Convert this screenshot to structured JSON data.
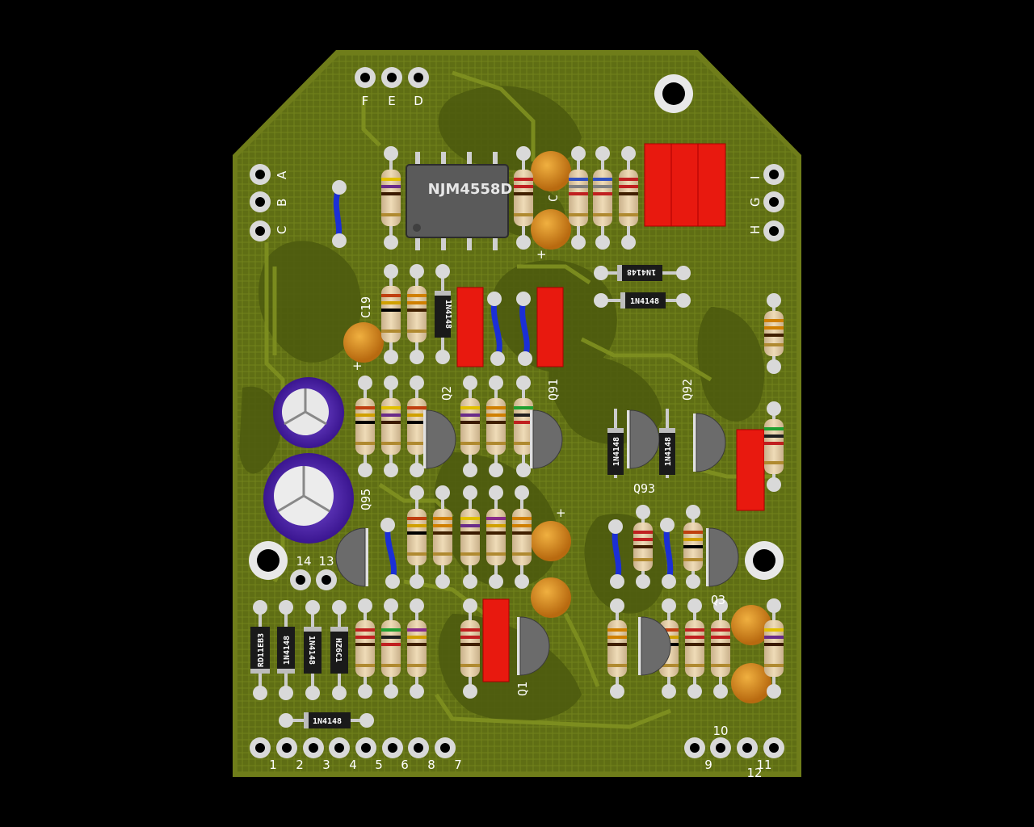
{
  "board": {
    "ic_label": "NJM4558D",
    "colors": {
      "background": "#000000",
      "board": "#5b6a12",
      "board_edge": "#6f7d1a",
      "copper_fill": "#4f5d10",
      "resistor_body": "#e2cda6",
      "film_cap": "#e8190f",
      "ceramic_cap": "#d98a1c",
      "jumper": "#1b2fd6",
      "transistor": "#6b6b6b",
      "electrolytic": "#5a2fb0",
      "pad": "#d9d9d9",
      "ic_body": "#555555"
    }
  },
  "connectors": {
    "top": [
      "F",
      "E",
      "D"
    ],
    "left": [
      "A",
      "B",
      "C"
    ],
    "right": [
      "I",
      "G",
      "H"
    ],
    "bottom_left": [
      "1",
      "2",
      "3",
      "4",
      "5",
      "6",
      "8",
      "7"
    ],
    "bottom_right": [
      "9",
      "10",
      "12",
      "11"
    ],
    "side_small": [
      "14",
      "13"
    ]
  },
  "diodes": {
    "d1": "1N4148",
    "d2": "1N4148",
    "d3": "1N4148",
    "d4": "1N4148",
    "d5": "1N4148",
    "d6": "1N4148",
    "d7": "1N4148",
    "d8": "1N4148",
    "d_rd": "RD11EB3",
    "d_hz": "HZ6C1"
  },
  "refdes": {
    "c19": "C19",
    "q2": "Q2",
    "q91": "Q91",
    "q92": "Q92",
    "q93": "Q93",
    "q95": "Q95",
    "q1": "Q1",
    "q3": "Q3",
    "c_top": "C",
    "plus_top": "+",
    "plus_mid": "+",
    "plus_c19": "+"
  }
}
